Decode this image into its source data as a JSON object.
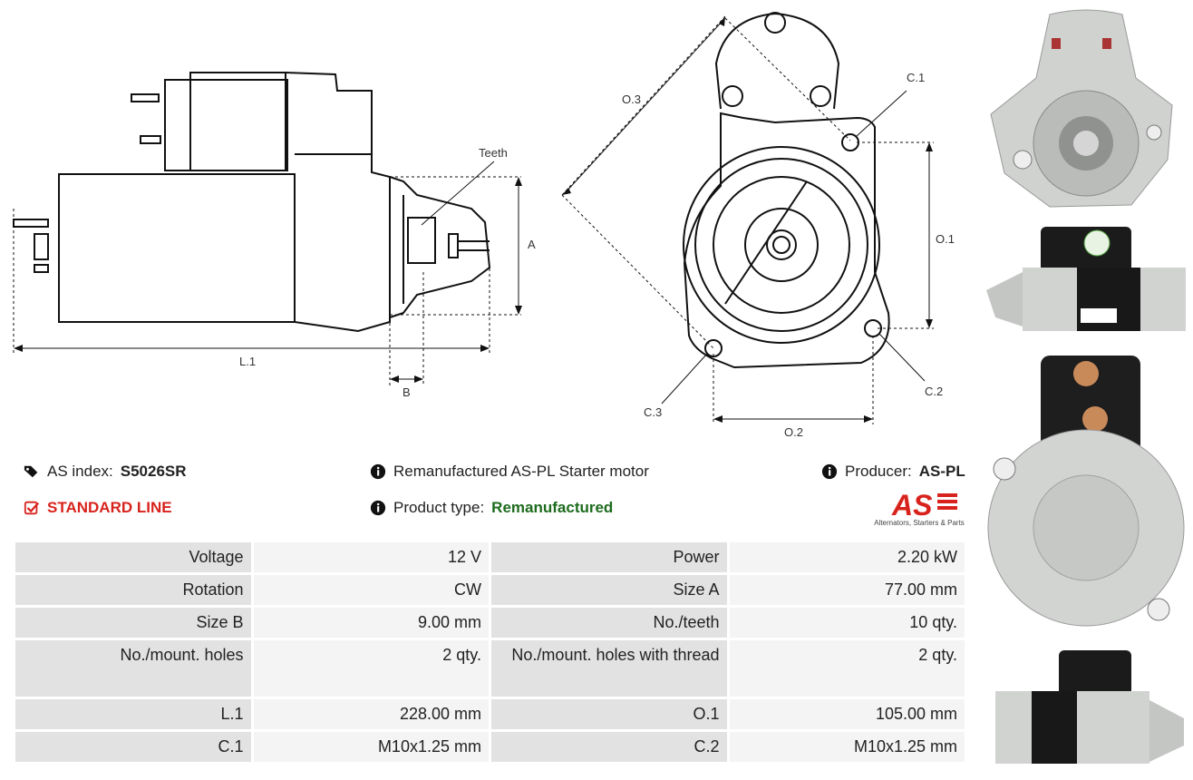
{
  "diagram": {
    "teeth_label": "Teeth",
    "dim_a": "A",
    "dim_b": "B",
    "dim_l1": "L.1",
    "dim_o1": "O.1",
    "dim_o2": "O.2",
    "dim_o3": "O.3",
    "dim_c1": "C.1",
    "dim_c2": "C.2",
    "dim_c3": "C.3"
  },
  "info": {
    "index_label": "AS index:",
    "index_value": "S5026SR",
    "line_label": "STANDARD LINE",
    "description": "Remanufactured AS-PL Starter motor",
    "product_type_label": "Product type:",
    "product_type_value": "Remanufactured",
    "producer_label": "Producer:",
    "producer_value": "AS-PL"
  },
  "logo": {
    "mark": "AS",
    "tagline": "Alternators, Starters & Parts",
    "color": "#d8231d"
  },
  "specs": [
    [
      "Voltage",
      "12 V",
      "Power",
      "2.20 kW"
    ],
    [
      "Rotation",
      "CW",
      "Size A",
      "77.00 mm"
    ],
    [
      "Size B",
      "9.00 mm",
      "No./teeth",
      "10 qty."
    ],
    [
      "No./mount. holes",
      "2 qty.",
      "No./mount. holes with thread",
      "2 qty."
    ],
    [
      "L.1",
      "228.00 mm",
      "O.1",
      "105.00 mm"
    ],
    [
      "C.1",
      "M10x1.25 mm",
      "C.2",
      "M10x1.25 mm"
    ]
  ],
  "colors": {
    "accent_red": "#d8231d",
    "type_green": "#1d6b1d"
  }
}
